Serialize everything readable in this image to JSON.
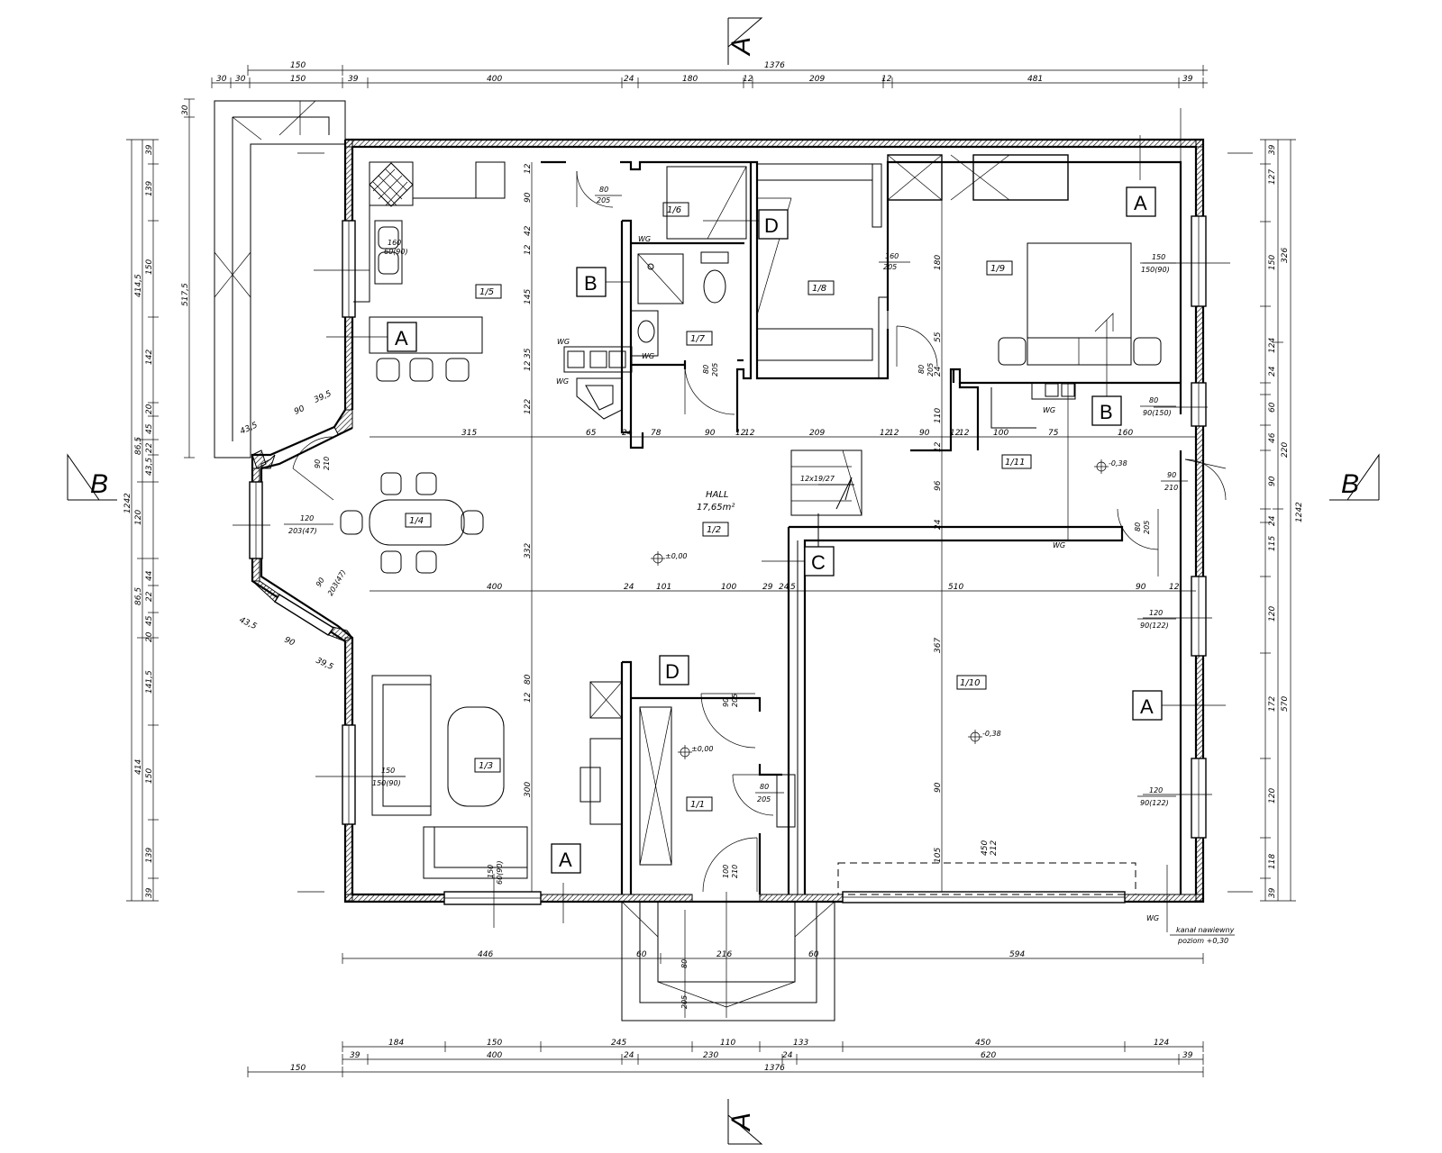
{
  "sections": {
    "top": "A",
    "bottom": "A",
    "left": "B",
    "right": "B"
  },
  "markers": {
    "A": "A",
    "B": "B",
    "C": "C",
    "D": "D"
  },
  "dims_top": {
    "row1": [
      "150",
      "1376"
    ],
    "row2": [
      "30",
      "30",
      "150",
      "39",
      "400",
      "24",
      "180",
      "12",
      "209",
      "12",
      "481",
      "39"
    ]
  },
  "dims_bottom": {
    "row0": [
      "446",
      "60",
      "216",
      "60",
      "594"
    ],
    "row1": [
      "184",
      "150",
      "245",
      "110",
      "133",
      "450",
      "124"
    ],
    "row2": [
      "39",
      "400",
      "24",
      "230",
      "24",
      "620",
      "39"
    ],
    "row3": [
      "150",
      "1376"
    ]
  },
  "dims_left": {
    "outer": [
      "1242"
    ],
    "mid": [
      "414,5",
      "86,5",
      "120",
      "86,5",
      "414"
    ],
    "inner": [
      "39",
      "139",
      "150",
      "142",
      "20",
      "45",
      "22",
      "43,5",
      "44",
      "22",
      "45",
      "20",
      "141,5",
      "150",
      "139",
      "39"
    ],
    "terrace": [
      "30",
      "517,5"
    ]
  },
  "dims_right": {
    "outer": [
      "1242"
    ],
    "mid": [
      "326",
      "220",
      "570"
    ],
    "inner": [
      "39",
      "127",
      "150",
      "124",
      "24",
      "60",
      "46",
      "90",
      "115",
      "24",
      "120",
      "172",
      "120",
      "118",
      "39"
    ]
  },
  "dims_inner": {
    "hall_row": [
      "315",
      "65",
      "24",
      "78",
      "90",
      "12",
      "12",
      "209",
      "12",
      "12",
      "90",
      "12",
      "12",
      "100",
      "75",
      "160"
    ],
    "living_row": [
      "400",
      "24",
      "101",
      "100",
      "29",
      "24",
      "5",
      "510",
      "90",
      "12"
    ],
    "kitchen_col": [
      "12",
      "90",
      "42",
      "12",
      "145",
      "12",
      "35",
      "122",
      "332",
      "12",
      "80",
      "300"
    ],
    "bed_col": [
      "180",
      "55",
      "24",
      "110",
      "12",
      "96",
      "24",
      "367",
      "90",
      "105"
    ],
    "misc": [
      "90",
      "39,5",
      "43,5",
      "90",
      "39,5",
      "43,5",
      "450",
      "212"
    ]
  },
  "rooms": {
    "r11": "1/1",
    "r13": "1/3",
    "r14": "1/4",
    "r15": "1/5",
    "r16": "1/6",
    "r17": "1/7",
    "r18": "1/8",
    "r19": "1/9",
    "r110": "1/10",
    "r111": "1/11",
    "r12": "1/2"
  },
  "hall": {
    "name": "HALL",
    "area": "17,65m²"
  },
  "stairs": "12x19/27",
  "levels": {
    "l0": "±0,00",
    "l1": "±0,00",
    "l2": "-0,38",
    "l3": "-0,38"
  },
  "openings": {
    "o1a": "80",
    "o1b": "205",
    "o2a": "160",
    "o2b": "205",
    "o3a": "150",
    "o3b": "150(90)",
    "o4a": "80",
    "o4b": "90(150)",
    "o5a": "90",
    "o5b": "210",
    "o6a": "120",
    "o6b": "203(47)",
    "o7a": "90",
    "o7b": "203(47)",
    "o8a": "120",
    "o8b": "90(122)",
    "o9a": "120",
    "o9b": "90(122)",
    "o10a": "150",
    "o10b": "150(90)",
    "o11a": "150",
    "o11b": "60(90)",
    "o12a": "80",
    "o12b": "205",
    "o13a": "100",
    "o13b": "210",
    "o14a": "90",
    "o14b": "205",
    "o15a": "160",
    "o15b": "60(90)",
    "o16a": "80",
    "o16b": "205",
    "o17a": "80",
    "o17b": "205",
    "o18a": "90",
    "o18b": "210",
    "o19a": "80",
    "o19b": "205",
    "o20a": "80",
    "o20b": "205"
  },
  "wg": "WG",
  "note": {
    "line1": "kanał nawiewny",
    "line2": "poziom +0,30"
  }
}
